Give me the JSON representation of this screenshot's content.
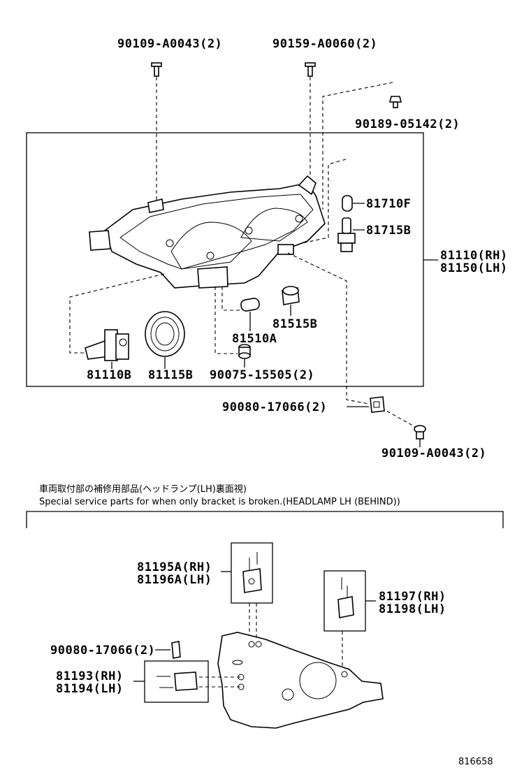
{
  "labels": {
    "bolt_top_left": "90109-A0043(2)",
    "bolt_top_mid": "90159-A0060(2)",
    "screw_top_right": "90189-05142(2)",
    "bulb_81710f": "81710F",
    "socket_81715b": "81715B",
    "assy_rh": "81110(RH)",
    "assy_lh": "81150(LH)",
    "socket_81515b": "81515B",
    "bulb_81510a": "81510A",
    "bulb_81110b": "81110B",
    "cover_81115b": "81115B",
    "grommet_90075": "90075-15505(2)",
    "nut_90080": "90080-17066(2)",
    "bolt_bottom_right": "90109-A0043(2)"
  },
  "note": {
    "japanese": "車両取付部の補修用部品(ヘッドランプ(LH)裏面視)",
    "english": "Special service parts for when only bracket is broken.(HEADLAMP LH (BEHIND))"
  },
  "lower_labels": {
    "bracket_a_rh": "81195A(RH)",
    "bracket_a_lh": "81196A(LH)",
    "bracket_b_rh": "81197(RH)",
    "bracket_b_lh": "81198(LH)",
    "nut_90080": "90080-17066(2)",
    "bracket_c_rh": "81193(RH)",
    "bracket_c_lh": "81194(LH)"
  },
  "figure_id": "816658"
}
